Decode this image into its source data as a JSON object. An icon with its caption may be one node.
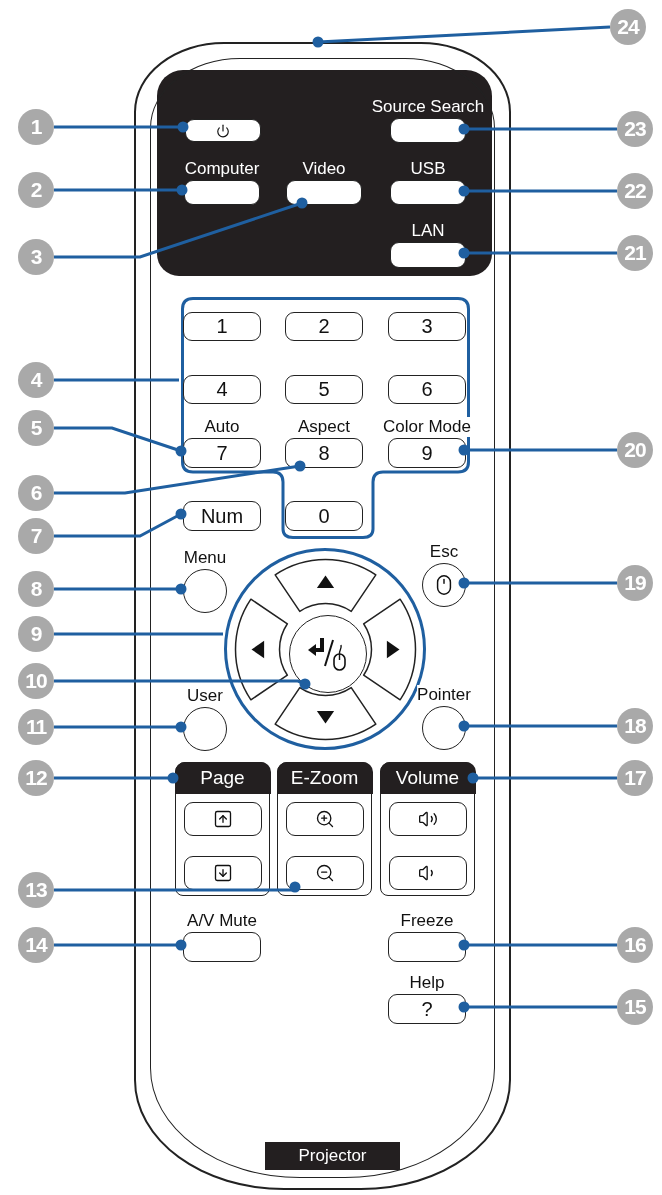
{
  "diagram": {
    "nodes": [
      {
        "text": [],
        "shape": "box"
      },
      {
        "text": [],
        "shape": "box",
        "in": 0
      },
      {
        "text": [],
        "shape": "box",
        "in": 0,
        "beside": [
          "Computer"
        ]
      },
      {
        "text": [],
        "shape": "box",
        "in": 0,
        "beside": [
          "Video"
        ]
      },
      {
        "text": [],
        "shape": "box",
        "in": 0
      },
      {
        "text": [
          "1"
        ],
        "in": 4
      },
      {
        "text": [
          "2"
        ],
        "in": 4
      },
      {
        "text": [
          "3"
        ],
        "in": 4
      },
      {
        "text": [
          "4"
        ],
        "in": 4
      },
      {
        "text": [
          "5"
        ],
        "in": 4
      },
      {
        "text": [
          "6"
        ],
        "in": 4
      },
      {
        "text": [
          "7"
        ],
        "in": 4,
        "beside": [
          "Auto"
        ]
      },
      {
        "text": [
          "8"
        ],
        "in": 4,
        "beside": [
          "Aspect"
        ]
      },
      {
        "text": [
          "9"
        ],
        "in": 4,
        "beside": [
          "Color Mode"
        ]
      },
      {
        "text": [
          "0"
        ],
        "in": 4
      },
      {
        "text": [
          "Num"
        ],
        "in": 0
      },
      {
        "text": [],
        "shape": "circle",
        "in": 0,
        "beside": [
          "Menu"
        ]
      },
      {
        "text": [],
        "shape": "circle",
        "in": 0
      },
      {
        "text": [],
        "shape": "circle",
        "in": 17
      },
      {
        "text": [],
        "shape": "circle",
        "in": 0,
        "beside": [
          "User"
        ]
      },
      {
        "text": [
          "Page"
        ],
        "in": 0
      },
      {
        "text": [
          "E-Zoom"
        ],
        "in": 0
      },
      {
        "text": [],
        "shape": "box",
        "in": 21
      },
      {
        "text": [
          "Volume"
        ],
        "in": 0
      },
      {
        "text": [],
        "shape": "box",
        "in": 0,
        "beside": [
          "A/V Mute"
        ]
      },
      {
        "text": [],
        "shape": "box",
        "in": 0,
        "beside": [
          "Freeze"
        ]
      },
      {
        "text": [
          "?"
        ],
        "in": 0,
        "beside": [
          "Help"
        ]
      },
      {
        "text": [],
        "shape": "circle",
        "in": 0,
        "beside": [
          "Pointer"
        ]
      },
      {
        "text": [],
        "shape": "circle",
        "in": 0,
        "beside": [
          "Esc"
        ]
      },
      {
        "text": [],
        "shape": "box",
        "in": 0,
        "beside": [
          "LAN"
        ]
      },
      {
        "text": [],
        "shape": "box",
        "in": 0,
        "beside": [
          "USB"
        ]
      },
      {
        "text": [],
        "shape": "box",
        "in": 0,
        "beside": [
          "Source Search"
        ]
      },
      {
        "text": [
          "1"
        ]
      },
      {
        "text": [
          "2"
        ]
      },
      {
        "text": [
          "3"
        ]
      },
      {
        "text": [
          "4"
        ]
      },
      {
        "text": [
          "5"
        ]
      },
      {
        "text": [
          "6"
        ]
      },
      {
        "text": [
          "7"
        ]
      },
      {
        "text": [
          "8"
        ]
      },
      {
        "text": [
          "9"
        ]
      },
      {
        "text": [
          "10"
        ]
      },
      {
        "text": [
          "11"
        ]
      },
      {
        "text": [
          "12"
        ]
      },
      {
        "text": [
          "13"
        ]
      },
      {
        "text": [
          "14"
        ]
      },
      {
        "text": [
          "15"
        ]
      },
      {
        "text": [
          "16"
        ]
      },
      {
        "text": [
          "17"
        ]
      },
      {
        "text": [
          "18"
        ]
      },
      {
        "text": [
          "19"
        ]
      },
      {
        "text": [
          "20"
        ]
      },
      {
        "text": [
          "21"
        ]
      },
      {
        "text": [
          "22"
        ]
      },
      {
        "text": [
          "23"
        ]
      },
      {
        "text": [
          "24"
        ]
      },
      {
        "text": [],
        "shape": "box",
        "in": 20
      },
      {
        "text": [],
        "shape": "box",
        "in": 20
      },
      {
        "text": [],
        "shape": "box",
        "in": 21
      },
      {
        "text": [],
        "shape": "box",
        "in": 23
      },
      {
        "text": [],
        "shape": "box",
        "in": 23
      }
    ],
    "edges": [
      {
        "from": 32,
        "to": 1,
        "arrow": "other"
      },
      {
        "from": 33,
        "to": 2,
        "arrow": "other"
      },
      {
        "from": 34,
        "to": 3,
        "arrow": "other"
      },
      {
        "from": 35,
        "to": 4,
        "arrow": "none"
      },
      {
        "from": 36,
        "to": 11,
        "arrow": "other"
      },
      {
        "from": 37,
        "to": 12,
        "arrow": "other"
      },
      {
        "from": 38,
        "to": 15,
        "arrow": "other"
      },
      {
        "from": 39,
        "to": 16,
        "arrow": "other"
      },
      {
        "from": 40,
        "to": 17,
        "arrow": "none"
      },
      {
        "from": 41,
        "to": 18,
        "arrow": "other"
      },
      {
        "from": 42,
        "to": 19,
        "arrow": "other"
      },
      {
        "from": 43,
        "to": 20,
        "arrow": "other"
      },
      {
        "from": 44,
        "to": 58,
        "arrow": "other"
      },
      {
        "from": 45,
        "to": 24,
        "arrow": "other"
      },
      {
        "from": 46,
        "to": 26,
        "arrow": "other"
      },
      {
        "from": 47,
        "to": 25,
        "arrow": "other"
      },
      {
        "from": 48,
        "to": 23,
        "arrow": "other"
      },
      {
        "from": 49,
        "to": 27,
        "arrow": "other"
      },
      {
        "from": 50,
        "to": 28,
        "arrow": "other"
      },
      {
        "from": 51,
        "to": 13,
        "arrow": "other"
      },
      {
        "from": 52,
        "to": 29,
        "arrow": "other"
      },
      {
        "from": 53,
        "to": 30,
        "arrow": "other"
      },
      {
        "from": 54,
        "to": 31,
        "arrow": "other"
      },
      {
        "from": 55,
        "to": 0,
        "arrow": "other"
      }
    ],
    "labels": [
      "Projector"
    ]
  }
}
